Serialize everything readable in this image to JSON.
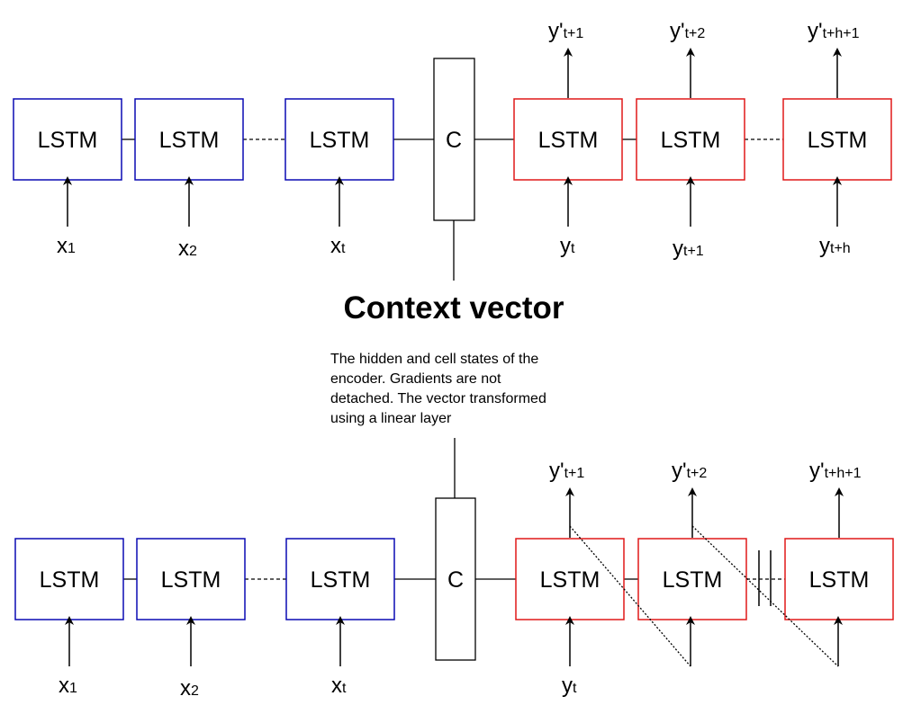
{
  "diagram": {
    "title": "Context vector",
    "description": [
      "The hidden and cell states of the",
      "encoder. Gradients are not",
      "detached. The vector transformed",
      "using a linear layer"
    ],
    "colors": {
      "encoder": "#0a0ab4",
      "decoder": "#e01818",
      "neutral": "#000000"
    },
    "top": {
      "encoder_cells": [
        {
          "label": "LSTM",
          "input_base": "x",
          "input_sub": "1"
        },
        {
          "label": "LSTM",
          "input_base": "x",
          "input_sub": "2"
        },
        {
          "label": "LSTM",
          "input_base": "x",
          "input_sub": "t"
        }
      ],
      "context_label": "C",
      "decoder_cells": [
        {
          "label": "LSTM",
          "input_base": "y",
          "input_sub": "t",
          "output_base": "y'",
          "output_sub": "t+1"
        },
        {
          "label": "LSTM",
          "input_base": "y",
          "input_sub": "t+1",
          "output_base": "y'",
          "output_sub": "t+2"
        },
        {
          "label": "LSTM",
          "input_base": "y",
          "input_sub": "t+h",
          "output_base": "y'",
          "output_sub": "t+h+1"
        }
      ]
    },
    "bottom": {
      "encoder_cells": [
        {
          "label": "LSTM",
          "input_base": "x",
          "input_sub": "1"
        },
        {
          "label": "LSTM",
          "input_base": "x",
          "input_sub": "2"
        },
        {
          "label": "LSTM",
          "input_base": "x",
          "input_sub": "t"
        }
      ],
      "context_label": "C",
      "decoder_cells": [
        {
          "label": "LSTM",
          "input_base": "y",
          "input_sub": "t",
          "output_base": "y'",
          "output_sub": "t+1"
        },
        {
          "label": "LSTM",
          "output_base": "y'",
          "output_sub": "t+2"
        },
        {
          "label": "LSTM",
          "output_base": "y'",
          "output_sub": "t+h+1"
        }
      ]
    }
  }
}
